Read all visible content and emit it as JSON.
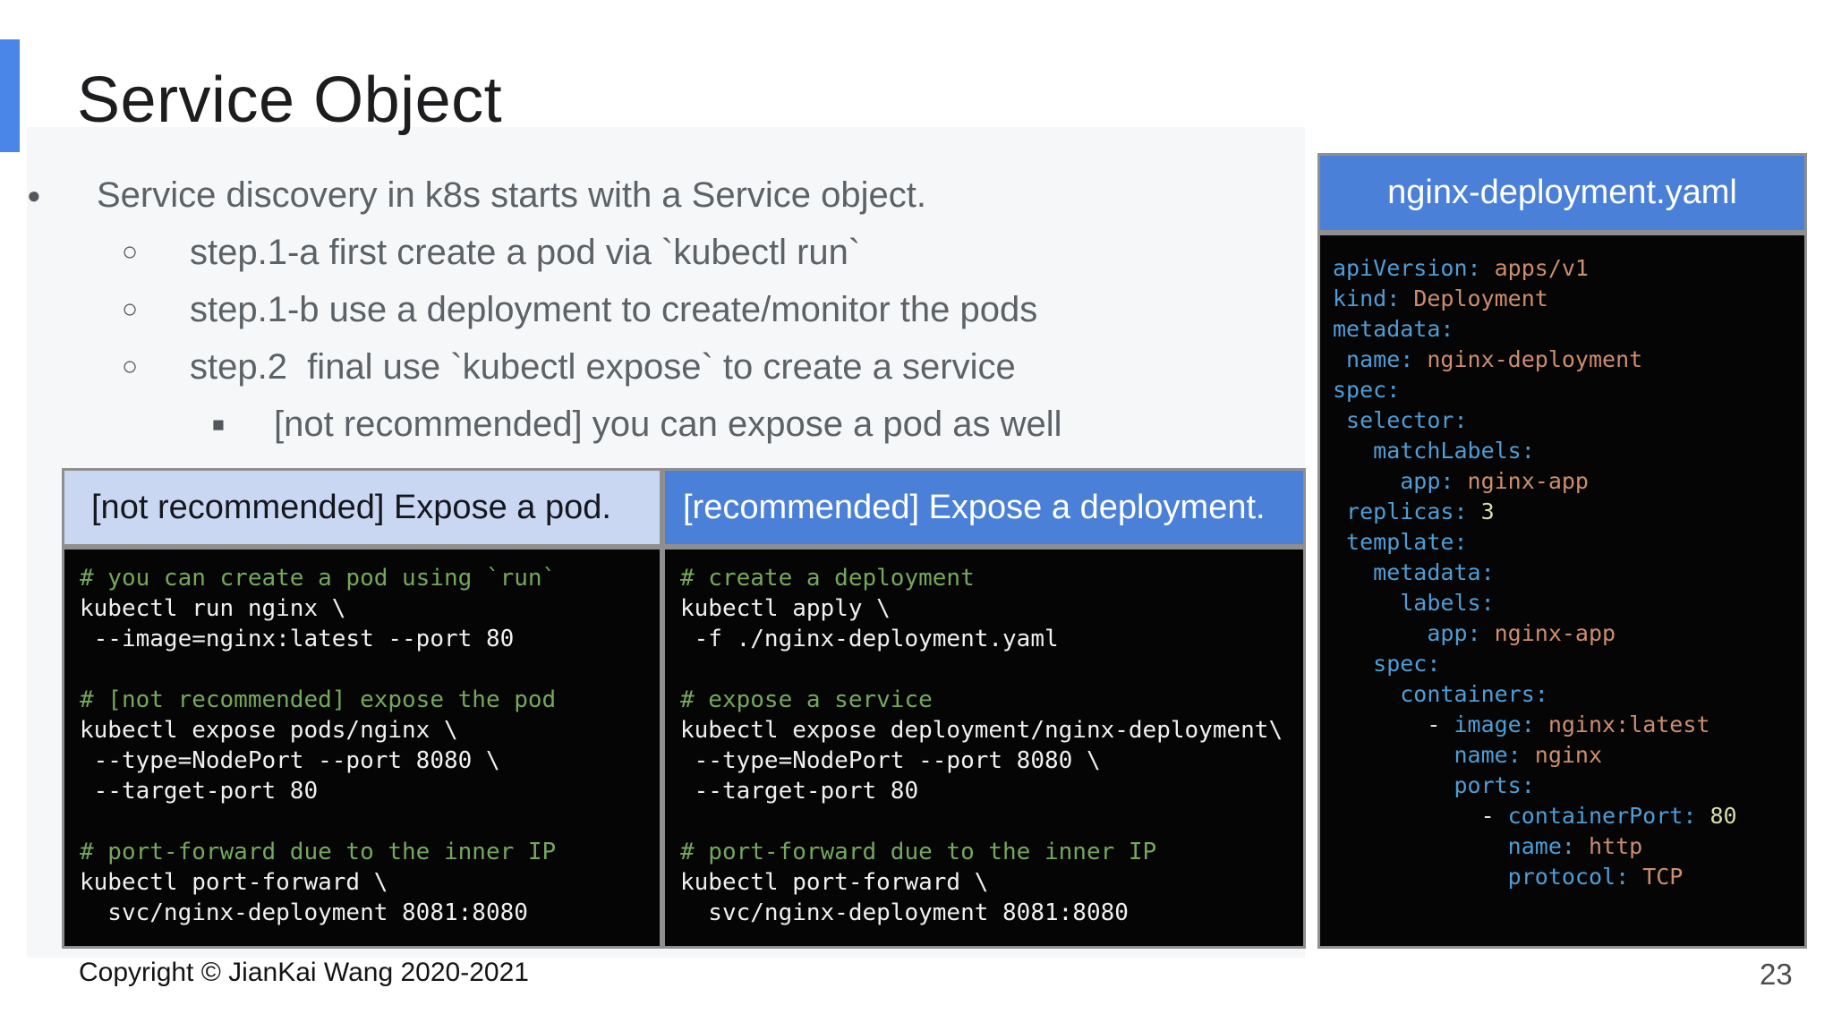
{
  "slide": {
    "title": "Service Object",
    "footer": "Copyright © JianKai Wang 2020-2021",
    "page_number": "23"
  },
  "bullets": [
    {
      "level": 1,
      "marker": "●",
      "text": "Service discovery in k8s starts with a Service object."
    },
    {
      "level": 2,
      "marker": "○",
      "text": "step.1-a first create a pod via `kubectl run`"
    },
    {
      "level": 2,
      "marker": "○",
      "text": "step.1-b use a deployment to create/monitor the pods"
    },
    {
      "level": 2,
      "marker": "○",
      "text": "step.2  final use `kubectl expose` to create a service"
    },
    {
      "level": 3,
      "marker": "■",
      "text": "[not recommended] you can expose a pod as well"
    }
  ],
  "table": {
    "left_header": "[not recommended] Expose a pod.",
    "right_header": "[recommended] Expose a deployment.",
    "left_code": [
      {
        "c": "comment",
        "t": "# you can create a pod using `run`"
      },
      {
        "c": "plain",
        "t": "kubectl run nginx \\"
      },
      {
        "c": "plain",
        "t": " --image=nginx:latest --port 80"
      },
      {
        "c": "blank",
        "t": ""
      },
      {
        "c": "comment",
        "t": "# [not recommended] expose the pod"
      },
      {
        "c": "plain",
        "t": "kubectl expose pods/nginx \\"
      },
      {
        "c": "plain",
        "t": " --type=NodePort --port 8080 \\"
      },
      {
        "c": "plain",
        "t": " --target-port 80"
      },
      {
        "c": "blank",
        "t": ""
      },
      {
        "c": "comment",
        "t": "# port-forward due to the inner IP"
      },
      {
        "c": "plain",
        "t": "kubectl port-forward \\"
      },
      {
        "c": "plain",
        "t": "  svc/nginx-deployment 8081:8080"
      }
    ],
    "right_code": [
      {
        "c": "comment",
        "t": "# create a deployment"
      },
      {
        "c": "plain",
        "t": "kubectl apply \\"
      },
      {
        "c": "plain",
        "t": " -f ./nginx-deployment.yaml"
      },
      {
        "c": "blank",
        "t": ""
      },
      {
        "c": "comment",
        "t": "# expose a service"
      },
      {
        "c": "plain",
        "t": "kubectl expose deployment/nginx-deployment\\"
      },
      {
        "c": "plain",
        "t": " --type=NodePort --port 8080 \\"
      },
      {
        "c": "plain",
        "t": " --target-port 80"
      },
      {
        "c": "blank",
        "t": ""
      },
      {
        "c": "comment",
        "t": "# port-forward due to the inner IP"
      },
      {
        "c": "plain",
        "t": "kubectl port-forward \\"
      },
      {
        "c": "plain",
        "t": "  svc/nginx-deployment 8081:8080"
      }
    ]
  },
  "yaml_panel": {
    "title": "nginx-deployment.yaml",
    "lines": [
      [
        {
          "c": "yk",
          "t": "apiVersion:"
        },
        {
          "c": "yv",
          "t": " apps/v1"
        }
      ],
      [
        {
          "c": "yk",
          "t": "kind:"
        },
        {
          "c": "yv",
          "t": " Deployment"
        }
      ],
      [
        {
          "c": "yk",
          "t": "metadata:"
        }
      ],
      [
        {
          "c": "yk",
          "t": " name:"
        },
        {
          "c": "yv",
          "t": " nginx-deployment"
        }
      ],
      [
        {
          "c": "yk",
          "t": "spec:"
        }
      ],
      [
        {
          "c": "yk",
          "t": " selector:"
        }
      ],
      [
        {
          "c": "yk",
          "t": "   matchLabels:"
        }
      ],
      [
        {
          "c": "yk",
          "t": "     app:"
        },
        {
          "c": "yv",
          "t": " nginx-app"
        }
      ],
      [
        {
          "c": "yk",
          "t": " replicas:"
        },
        {
          "c": "yn",
          "t": " 3"
        }
      ],
      [
        {
          "c": "yk",
          "t": " template:"
        }
      ],
      [
        {
          "c": "yk",
          "t": "   metadata:"
        }
      ],
      [
        {
          "c": "yk",
          "t": "     labels:"
        }
      ],
      [
        {
          "c": "yk",
          "t": "       app:"
        },
        {
          "c": "yv",
          "t": " nginx-app"
        }
      ],
      [
        {
          "c": "yk",
          "t": "   spec:"
        }
      ],
      [
        {
          "c": "yk",
          "t": "     containers:"
        }
      ],
      [
        {
          "c": "yp",
          "t": "       - "
        },
        {
          "c": "yk",
          "t": "image:"
        },
        {
          "c": "yv",
          "t": " nginx:latest"
        }
      ],
      [
        {
          "c": "yk",
          "t": "         name:"
        },
        {
          "c": "yv",
          "t": " nginx"
        }
      ],
      [
        {
          "c": "yk",
          "t": "         ports:"
        }
      ],
      [
        {
          "c": "yp",
          "t": "           - "
        },
        {
          "c": "yk",
          "t": "containerPort:"
        },
        {
          "c": "yn",
          "t": " 80"
        }
      ],
      [
        {
          "c": "yk",
          "t": "             name:"
        },
        {
          "c": "yv",
          "t": " http"
        }
      ],
      [
        {
          "c": "yk",
          "t": "             protocol:"
        },
        {
          "c": "yv",
          "t": " TCP"
        }
      ]
    ]
  },
  "colors": {
    "accent_bar": "#4a86e8",
    "header_blue": "#4a80d8",
    "header_light_blue": "#c9d7f3",
    "panel_bg": "#050505",
    "panel_border": "#8f8f8f",
    "comment_green": "#74a85c",
    "code_text": "#f0f0f0",
    "yaml_key": "#4f9dd6",
    "yaml_value": "#cd8d6e",
    "yaml_number": "#d6dfa8",
    "title_text": "#1d1d1f",
    "body_text": "#5d6267"
  }
}
